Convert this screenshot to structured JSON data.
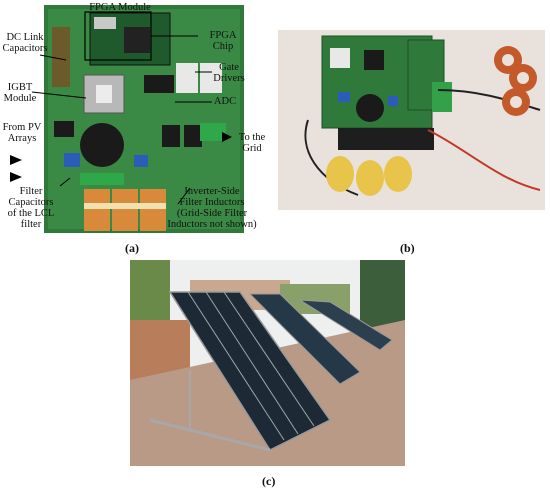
{
  "figure": {
    "panel_a": {
      "labels": {
        "fpga_module": "FPGA Module",
        "dc_link": "DC Link\nCapacitors",
        "fpga_chip": "FPGA\nChip",
        "igbt": "IGBT\nModule",
        "gate_drivers": "Gate\nDrivers",
        "adc": "ADC",
        "from_pv": "From PV\nArrays",
        "to_grid": "To the\nGrid",
        "filter_caps": "Filter\nCapacitors\nof the LCL\nfilter",
        "inverter_inductors": "Inverter-Side\nFilter Inductors\n(Grid-Side Filter\nInductors not shown)"
      },
      "caption": "(a)"
    },
    "panel_b": {
      "caption": "(b)"
    },
    "panel_c": {
      "caption": "(c)"
    }
  }
}
